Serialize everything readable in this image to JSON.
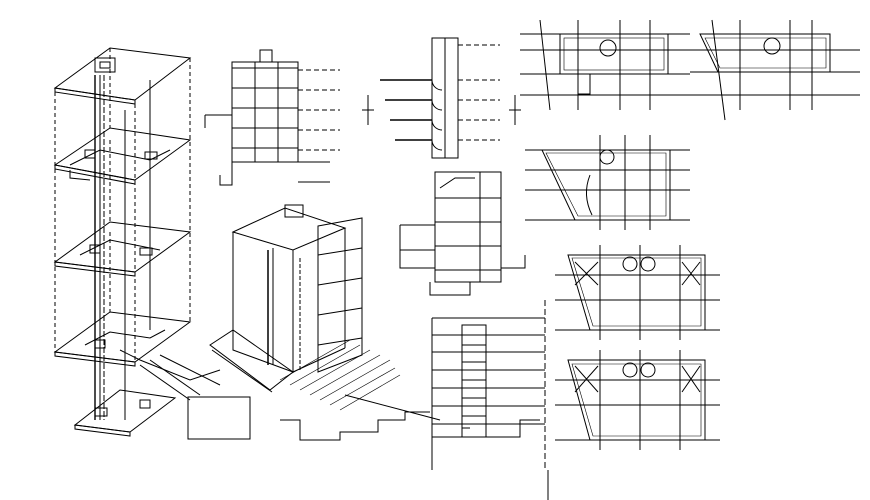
{
  "sheet": {
    "background": "#ffffff",
    "line_color": "#000000",
    "views": [
      "isometric-plumbing-riser",
      "building-section-upper",
      "stepped-section",
      "building-section-middle",
      "building-isometric-cutaway",
      "building-elevation",
      "floor-plan-top",
      "floor-plan-second",
      "floor-plan-third",
      "floor-plan-fourth",
      "floor-plan-fifth"
    ]
  }
}
